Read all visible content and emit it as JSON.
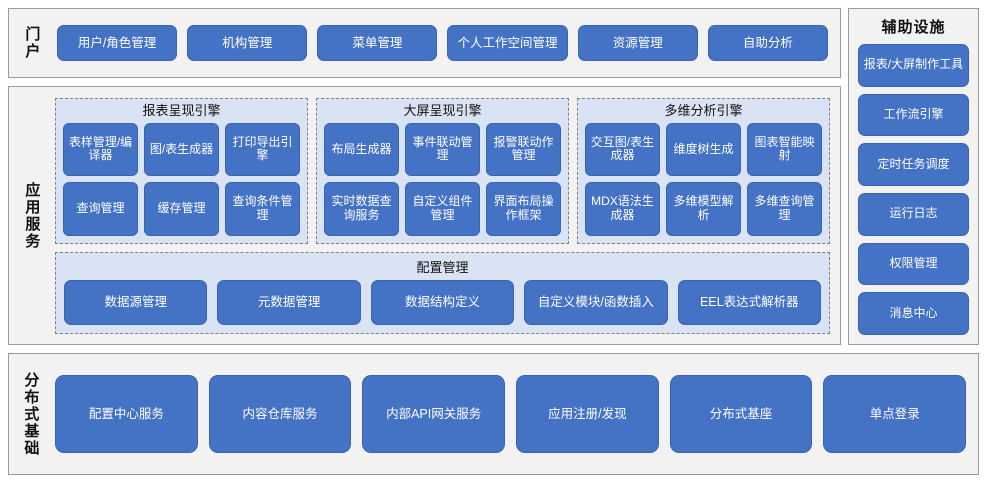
{
  "portal": {
    "label": "门户",
    "items": [
      "用户/角色管理",
      "机构管理",
      "菜单管理",
      "个人工作空间管理",
      "资源管理",
      "自助分析"
    ]
  },
  "app_services": {
    "label": "应用服务",
    "engines": [
      {
        "title": "报表呈现引擎",
        "items": [
          "表样管理/编译器",
          "图/表生成器",
          "打印导出引擎",
          "查询管理",
          "缓存管理",
          "查询条件管理"
        ]
      },
      {
        "title": "大屏呈现引擎",
        "items": [
          "布局生成器",
          "事件联动管理",
          "报警联动作管理",
          "实时数据查询服务",
          "自定义组件管理",
          "界面布局操作框架"
        ]
      },
      {
        "title": "多维分析引擎",
        "items": [
          "交互图/表生成器",
          "维度树生成",
          "图表智能映射",
          "MDX语法生成器",
          "多维模型解析",
          "多维查询管理"
        ]
      }
    ],
    "config": {
      "title": "配置管理",
      "items": [
        "数据源管理",
        "元数据管理",
        "数据结构定义",
        "自定义模块/函数插入",
        "EEL表达式解析器"
      ]
    }
  },
  "aux_facilities": {
    "title": "辅助设施",
    "items": [
      "报表/大屏制作工具",
      "工作流引擎",
      "定时任务调度",
      "运行日志",
      "权限管理",
      "消息中心"
    ]
  },
  "distributed_base": {
    "label": "分布式基础",
    "items": [
      "配置中心服务",
      "内容仓库服务",
      "内部API网关服务",
      "应用注册/发现",
      "分布式基座",
      "单点登录"
    ]
  },
  "colors": {
    "box_blue": "#4472c4",
    "box_border": "#3a63ad",
    "group_light_blue": "#dae3f3",
    "section_gray": "#f2f2f2",
    "section_border": "#9a9a9a",
    "text_white": "#ffffff",
    "text_dark": "#111111"
  }
}
